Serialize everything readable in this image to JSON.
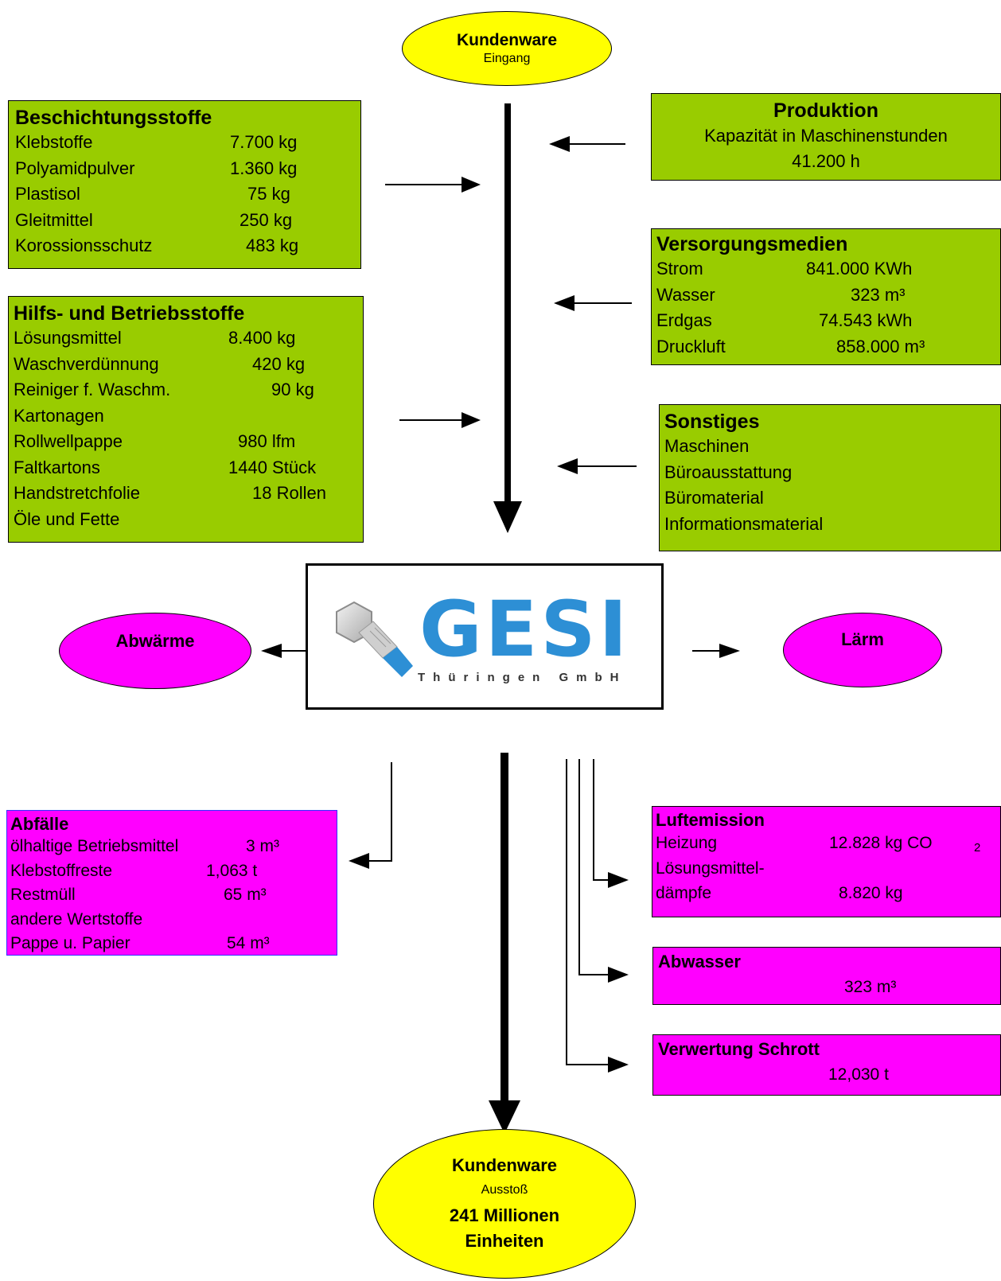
{
  "top_ellipse": {
    "title": "Kundenware",
    "subtitle": "Eingang"
  },
  "beschichtung": {
    "title": "Beschichtungsstoffe",
    "rows": [
      {
        "label": "Klebstoffe",
        "value": "7.700 kg"
      },
      {
        "label": "Polyamidpulver",
        "value": "1.360 kg"
      },
      {
        "label": "Plastisol",
        "value": "75 kg"
      },
      {
        "label": "Gleitmittel",
        "value": "250 kg"
      },
      {
        "label": "Korossionsschutz",
        "value": "483 kg"
      }
    ]
  },
  "hilfs": {
    "title": "Hilfs- und Betriebsstoffe",
    "rows": [
      {
        "label": "Lösungsmittel",
        "value": "8.400 kg"
      },
      {
        "label": "Waschverdünnung",
        "value": "420 kg"
      },
      {
        "label": "Reiniger f. Waschm.",
        "value": "90 kg"
      },
      {
        "label": "Kartonagen",
        "value": ""
      },
      {
        "label": "Rollwellpappe",
        "value": "980 lfm"
      },
      {
        "label": "Faltkartons",
        "value": "1440 Stück"
      },
      {
        "label": "Handstretchfolie",
        "value": "18 Rollen"
      },
      {
        "label": "Öle und Fette",
        "value": ""
      }
    ]
  },
  "produktion": {
    "title": "Produktion",
    "line1": "Kapazität in Maschinenstunden",
    "line2": "41.200 h"
  },
  "versorgung": {
    "title": "Versorgungsmedien",
    "rows": [
      {
        "label": "Strom",
        "value": "841.000 KWh"
      },
      {
        "label": "Wasser",
        "value": "323 m³"
      },
      {
        "label": "Erdgas",
        "value": "74.543 kWh"
      },
      {
        "label": "Druckluft",
        "value": "858.000 m³"
      }
    ]
  },
  "sonstiges": {
    "title": "Sonstiges",
    "rows": [
      "Maschinen",
      "Büroausstattung",
      "Büromaterial",
      "Informationsmaterial"
    ]
  },
  "abwaerme": {
    "label": "Abwärme"
  },
  "laerm": {
    "label": "Lärm"
  },
  "logo": {
    "name": "GESI",
    "sub": "Thüringen GmbH"
  },
  "abfaelle": {
    "title": "Abfälle",
    "rows": [
      {
        "label": "ölhaltige Betriebsmittel",
        "value": "3 m³"
      },
      {
        "label": "Klebstoffreste",
        "value": "1,063  t"
      },
      {
        "label": "Restmüll",
        "value": "65 m³"
      },
      {
        "label": "andere Wertstoffe",
        "value": ""
      },
      {
        "label": "Pappe u. Papier",
        "value": "54 m³"
      }
    ]
  },
  "luftemission": {
    "title": "Luftemission",
    "rows": [
      {
        "label": "Heizung",
        "value": "12.828 kg CO",
        "sub": "2"
      },
      {
        "label": "Lösungsmittel-",
        "value": "",
        "sub": ""
      },
      {
        "label": "dämpfe",
        "value": "8.820 kg",
        "sub": ""
      }
    ]
  },
  "abwasser": {
    "title": "Abwasser",
    "value": "323 m³"
  },
  "schrott": {
    "title": "Verwertung Schrott",
    "value": "12,030 t"
  },
  "bottom_ellipse": {
    "title": "Kundenware",
    "subtitle": "Ausstoß",
    "line3": "241 Millionen",
    "line4": "Einheiten"
  },
  "colors": {
    "green": "#99cc00",
    "pink": "#ff00ff",
    "yellow": "#ffff00",
    "logo_blue": "#2d8fd5"
  }
}
